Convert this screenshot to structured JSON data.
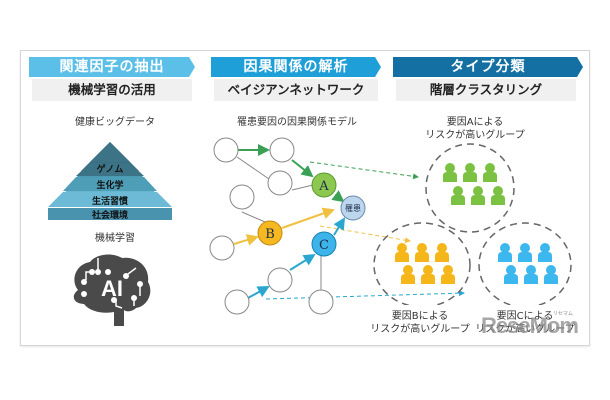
{
  "columns": [
    {
      "header": "関連因子の抽出",
      "subheader": "機械学習の活用",
      "color": "#5bbfe8"
    },
    {
      "header": "因果関係の解析",
      "subheader": "ベイジアンネットワーク",
      "color": "#1e9fd8"
    },
    {
      "header": "タイプ分類",
      "subheader": "階層クラスタリング",
      "color": "#146fa3"
    }
  ],
  "left_panel": {
    "bigdata_label": "健康ビッグデータ",
    "pyramid_layers": [
      "ゲノム",
      "生化学",
      "生活習慣",
      "社会環境"
    ],
    "pyramid_colors": [
      "#3a6f82",
      "#4b9ab3",
      "#66b6d2",
      "#4b93ae"
    ],
    "ml_label": "機械学習",
    "brain_icon_text": "AI"
  },
  "middle_panel": {
    "model_label": "罹患要因の因果関係モデル",
    "nodes": {
      "A": "A",
      "B": "B",
      "C": "C",
      "disease": "罹患"
    },
    "colors": {
      "A": "#8cc850",
      "B": "#f5b820",
      "C": "#3cb4ea",
      "disease": "#bcd6ee"
    }
  },
  "right_panel": {
    "group_a_label_1": "要因Aによる",
    "group_a_label_2": "リスクが高いグループ",
    "group_b_label_1": "要因Bによる",
    "group_b_label_2": "リスクが高いグループ",
    "group_c_label_1": "要因Cによる",
    "group_c_label_2": "リスクが高いグループ",
    "group_colors": {
      "A": "#7cc242",
      "B": "#f5b61a",
      "C": "#3cb8ee"
    }
  },
  "watermark": {
    "text": "ReseMom",
    "small": "リセマム"
  }
}
